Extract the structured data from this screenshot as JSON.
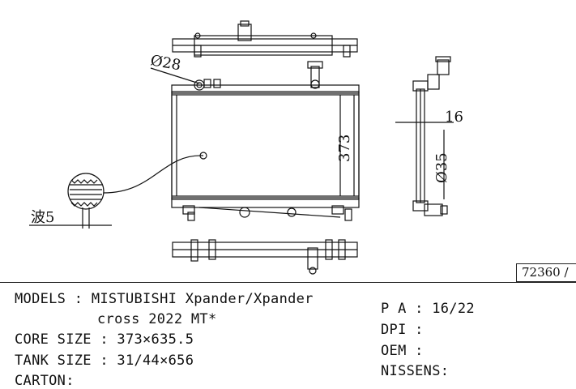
{
  "drawing": {
    "dim_pipe": "Ø28",
    "dim_core_height": "373",
    "dim_thickness": "16",
    "dim_side_pipe": "Ø35",
    "dim_fin_wave": "波5"
  },
  "part_number": "72360 /",
  "specs_left": {
    "models": "MODELS : MISTUBISHI Xpander/Xpander",
    "models_cont": "cross 2022 MT*",
    "core_size": "CORE SIZE : 373×635.5",
    "tank_size": "TANK SIZE : 31/44×656",
    "carton": "CARTON:"
  },
  "specs_right": {
    "pa": "P A : 16/22",
    "dpi": "DPI :",
    "oem": "OEM :",
    "nissens": "NISSENS:"
  }
}
